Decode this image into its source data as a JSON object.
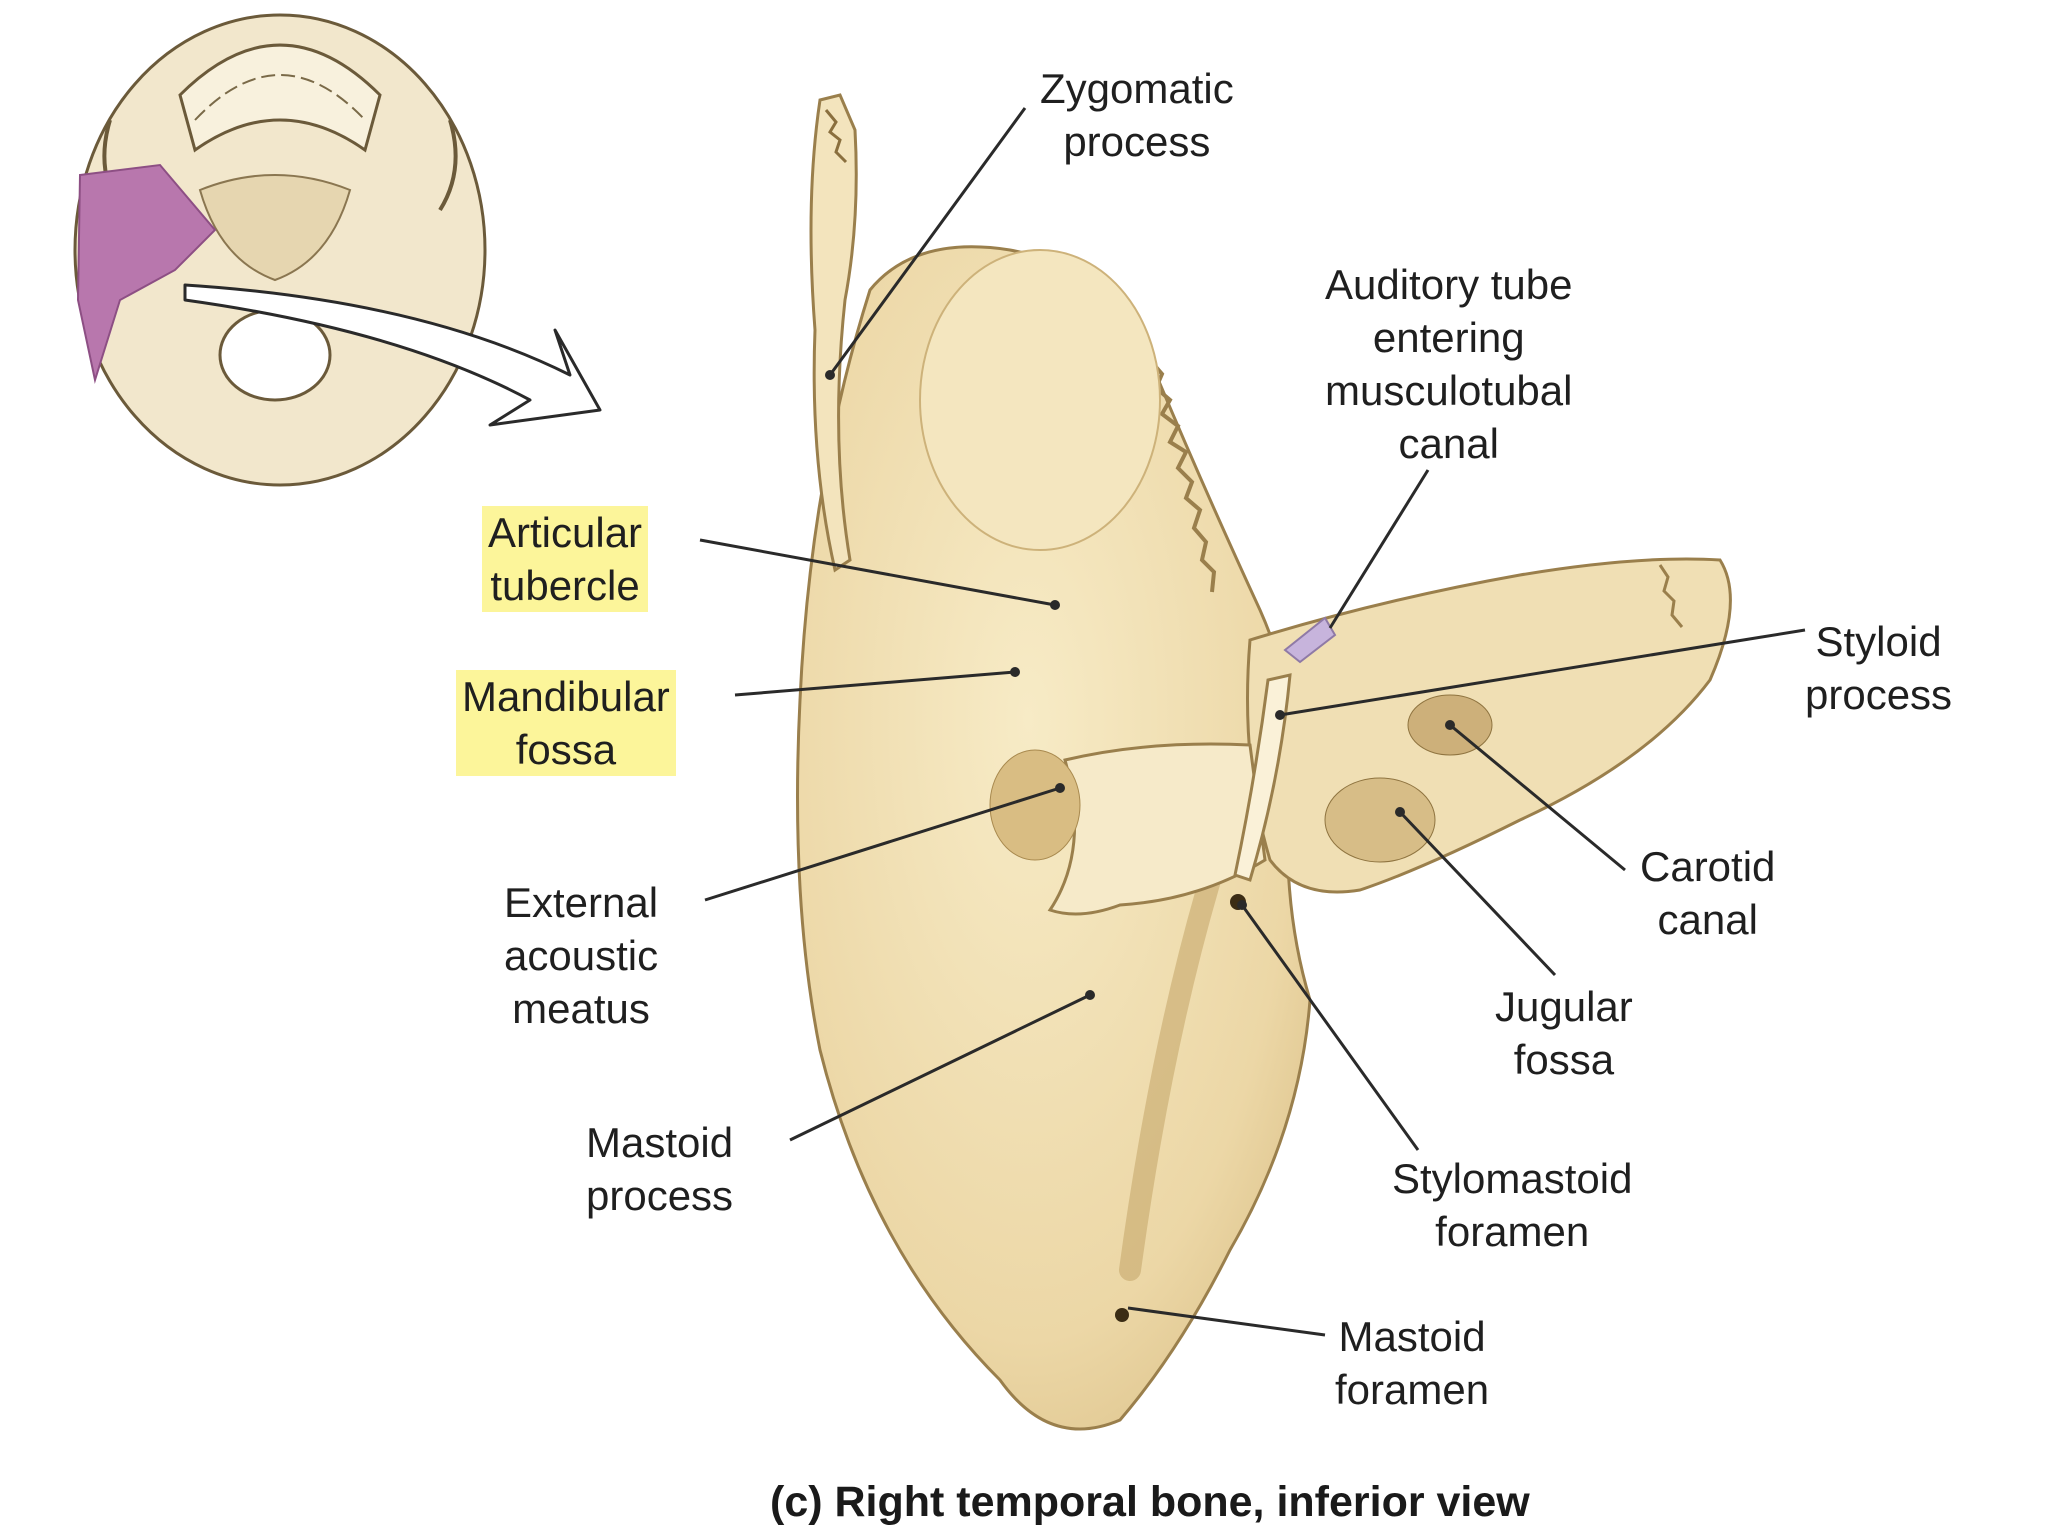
{
  "labels": {
    "zygomatic": [
      "Zygomatic",
      "process"
    ],
    "auditory": [
      "Auditory tube",
      "entering",
      "musculotubal",
      "canal"
    ],
    "articular": [
      "Articular",
      "tubercle"
    ],
    "mandibular": [
      "Mandibular",
      "fossa"
    ],
    "styloid": [
      "Styloid",
      "process"
    ],
    "carotid": [
      "Carotid",
      "canal"
    ],
    "external": [
      "External",
      "acoustic",
      "meatus"
    ],
    "jugular": [
      "Jugular",
      "fossa"
    ],
    "mastoid_process": [
      "Mastoid",
      "process"
    ],
    "stylomastoid": [
      "Stylomastoid",
      "foramen"
    ],
    "mastoid_foramen": [
      "Mastoid",
      "foramen"
    ]
  },
  "caption": "(c) Right temporal bone,  inferior view",
  "colors": {
    "bone": "#efdcae",
    "bone_shadow": "#d9bf86",
    "skull_highlight": "#b877ad",
    "label_highlight": "#fcf59a",
    "leader_line": "#2a2a2a"
  }
}
